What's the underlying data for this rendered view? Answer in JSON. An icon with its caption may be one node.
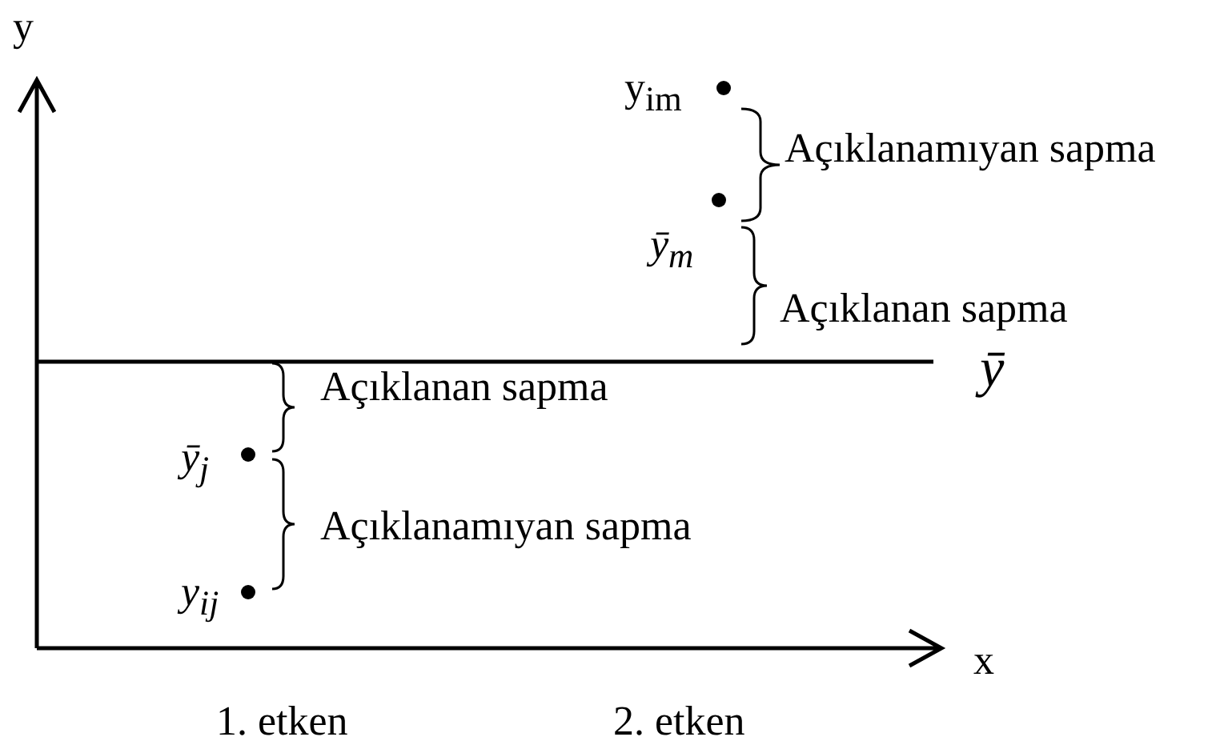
{
  "diagram": {
    "labels": [
      "y",
      "y$_{im}$",
      "Açıklanamıyan sapma",
      "ȳ$_{m}$",
      "Açıklanan sapma",
      "ȳ",
      "Açıklanan sapma",
      "ȳ$_{j}$",
      "Açıklanamıyan sapma",
      "y$_{ij}$",
      "x",
      "1. etken",
      "2. etken"
    ]
  }
}
